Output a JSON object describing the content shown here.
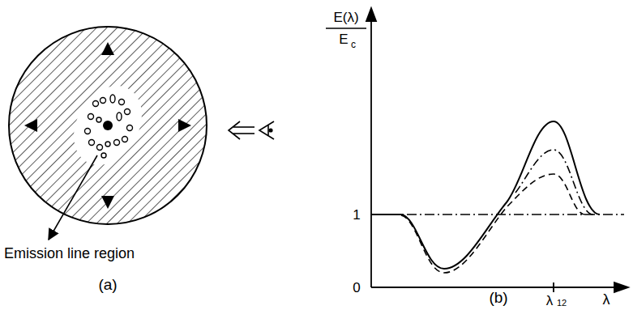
{
  "diagram": {
    "labels": [
      "Emission line region",
      "(a)",
      "E(λ)",
      "E",
      "c",
      "1",
      "0",
      "λ",
      "12",
      "λ",
      "(b)"
    ]
  }
}
